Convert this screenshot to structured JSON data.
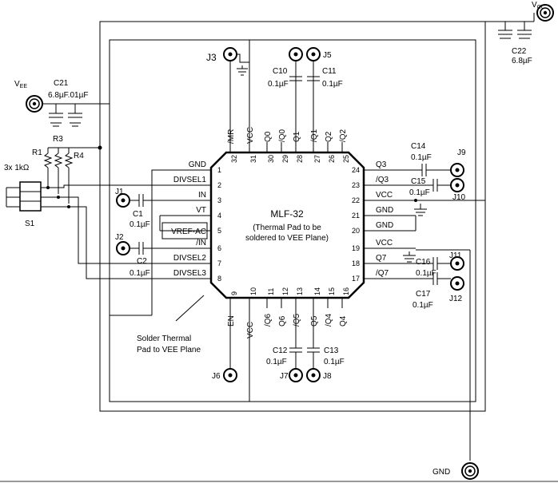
{
  "chip": {
    "name": "MLF-32",
    "note_line1": "(Thermal Pad to be",
    "note_line2": "soldered to VEE Plane)"
  },
  "pins_left": [
    {
      "num": "1",
      "name": "GND"
    },
    {
      "num": "2",
      "name": "DIVSEL1"
    },
    {
      "num": "3",
      "name": "IN"
    },
    {
      "num": "4",
      "name": "VT"
    },
    {
      "num": "5",
      "name": "VREF-AC"
    },
    {
      "num": "6",
      "name": "/IN"
    },
    {
      "num": "7",
      "name": "DIVSEL2"
    },
    {
      "num": "8",
      "name": "DIVSEL3"
    }
  ],
  "pins_right": [
    {
      "num": "24",
      "name": "Q3"
    },
    {
      "num": "23",
      "name": "/Q3"
    },
    {
      "num": "22",
      "name": "VCC"
    },
    {
      "num": "21",
      "name": "GND"
    },
    {
      "num": "20",
      "name": "GND"
    },
    {
      "num": "19",
      "name": "VCC"
    },
    {
      "num": "18",
      "name": "Q7"
    },
    {
      "num": "17",
      "name": "/Q7"
    }
  ],
  "pins_top": [
    {
      "num": "32",
      "name": "/MR"
    },
    {
      "num": "31",
      "name": "VCC"
    },
    {
      "num": "30",
      "name": "Q0"
    },
    {
      "num": "29",
      "name": "/Q0"
    },
    {
      "num": "28",
      "name": "Q1"
    },
    {
      "num": "27",
      "name": "/Q1"
    },
    {
      "num": "26",
      "name": "Q2"
    },
    {
      "num": "25",
      "name": "/Q2"
    }
  ],
  "pins_bottom": [
    {
      "num": "9",
      "name": "EN"
    },
    {
      "num": "10",
      "name": "VCC"
    },
    {
      "num": "11",
      "name": "/Q6"
    },
    {
      "num": "12",
      "name": "Q6"
    },
    {
      "num": "13",
      "name": "/Q5"
    },
    {
      "num": "14",
      "name": "Q5"
    },
    {
      "num": "15",
      "name": "/Q4"
    },
    {
      "num": "16",
      "name": "Q4"
    }
  ],
  "jacks": {
    "j1": "J1",
    "j2": "J2",
    "j3": "J3",
    "j5": "J5",
    "j6": "J6",
    "j7": "J7",
    "j8": "J8",
    "j9": "J9",
    "j10": "J10",
    "j11": "J11",
    "j12": "J12"
  },
  "power": {
    "vee_main": "V",
    "vee_sub": "EE",
    "vcc_main": "V",
    "vcc_sub": "CC",
    "gnd": "GND"
  },
  "caps": {
    "c1": {
      "ref": "C1",
      "val": "0.1µF"
    },
    "c2": {
      "ref": "C2",
      "val": "0.1µF"
    },
    "c10": {
      "ref": "C10",
      "val": "0.1µF"
    },
    "c11": {
      "ref": "C11",
      "val": "0.1µF"
    },
    "c12": {
      "ref": "C12",
      "val": "0.1µF"
    },
    "c13": {
      "ref": "C13",
      "val": "0.1µF"
    },
    "c14": {
      "ref": "C14",
      "val": "0.1µF"
    },
    "c15": {
      "ref": "C15",
      "val": "0.1µF"
    },
    "c16": {
      "ref": "C16",
      "val": "0.1µF"
    },
    "c17": {
      "ref": "C17",
      "val": "0.1µF"
    },
    "c21": {
      "ref": "C21",
      "val": "6.8µF.01µF"
    },
    "c22": {
      "ref": "C22",
      "val": "6.8µF"
    }
  },
  "resistors": {
    "r1": "R1",
    "r3": "R3",
    "r4": "R4",
    "value": "3x 1kΩ"
  },
  "switch": "S1",
  "thermal_note_line1": "Solder Thermal",
  "thermal_note_line2": "Pad to VEE Plane"
}
